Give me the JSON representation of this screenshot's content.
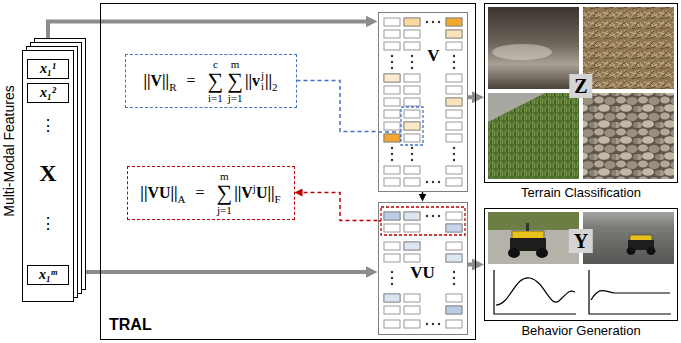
{
  "diagram": {
    "nodes": [
      {
        "text": [
          "Multi-Modal Features",
          "x₁¹",
          "x₁²",
          "⋮",
          "X",
          "⋮",
          "x₁ᵐ"
        ]
      },
      {
        "text": [
          "TRAL"
        ]
      },
      {
        "text": [
          "||V||",
          "R",
          "=",
          "∑",
          "c",
          "i=1",
          "∑",
          "m",
          "j=1",
          "||v",
          "j",
          "i",
          "||",
          "2"
        ],
        "in": 1
      },
      {
        "text": [
          "V"
        ],
        "in": 1
      },
      {
        "text": [
          "||VU||",
          "A",
          "=",
          "∑",
          "m",
          "j=1",
          "||V",
          "j",
          "U||",
          "F"
        ],
        "in": 1
      },
      {
        "text": [
          "VU"
        ],
        "in": 1
      },
      {
        "text": [
          "Z",
          "Terrain Classification"
        ]
      },
      {
        "text": [
          "Y",
          "Behavior Generation"
        ]
      }
    ],
    "edges": [
      {
        "from": 0,
        "to": 3,
        "arrow": "to"
      },
      {
        "from": 0,
        "to": 5,
        "arrow": "to"
      },
      {
        "from": 3,
        "to": 6,
        "arrow": "to"
      },
      {
        "from": 5,
        "to": 7,
        "arrow": "to"
      },
      {
        "from": 3,
        "to": 5,
        "arrow": "to"
      },
      {
        "from": 2,
        "to": 3,
        "arrow": "none"
      },
      {
        "from": 5,
        "to": 4,
        "arrow": "to"
      }
    ]
  }
}
